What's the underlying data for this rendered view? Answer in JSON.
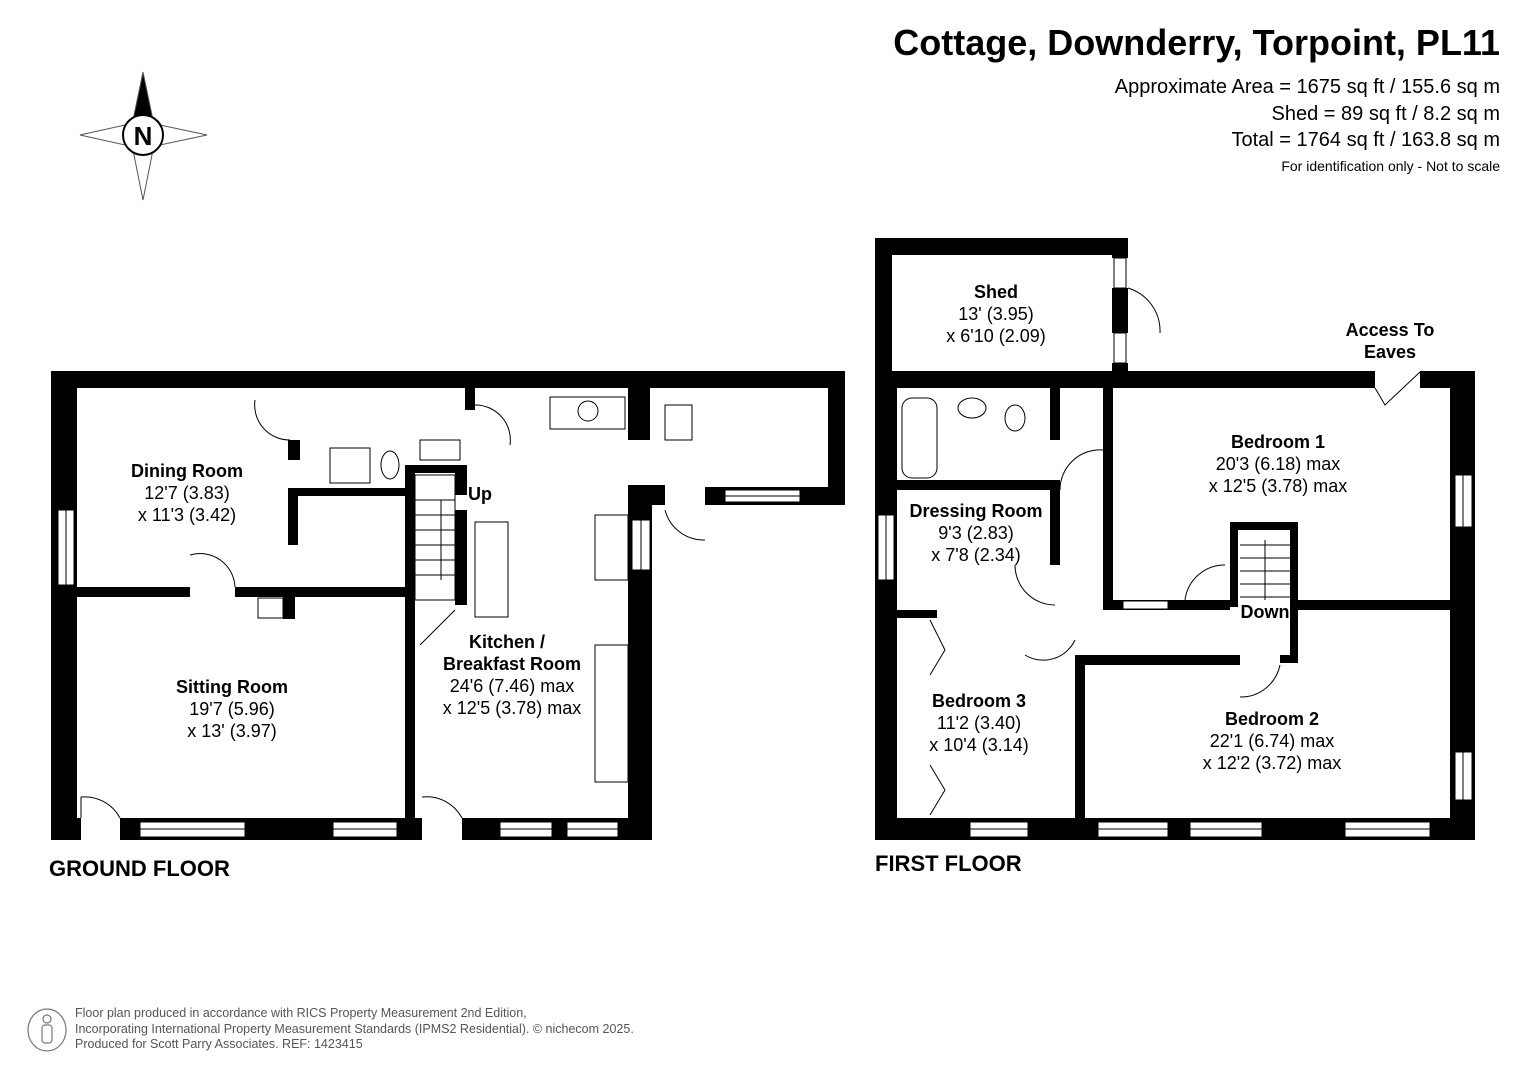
{
  "header": {
    "title": "Cottage, Downderry, Torpoint, PL11",
    "areas": [
      "Approximate Area = 1675 sq ft / 155.6 sq m",
      "Shed = 89 sq ft / 8.2 sq m",
      "Total = 1764 sq ft / 163.8 sq m"
    ],
    "note": "For identification only - Not to scale"
  },
  "compass": {
    "label": "N"
  },
  "ground_floor": {
    "label": "GROUND FLOOR",
    "stairs_label": "Up",
    "rooms": [
      {
        "name": "Dining Room",
        "dim1": "12'7 (3.83)",
        "dim2": "x 11'3 (3.42)"
      },
      {
        "name": "Sitting Room",
        "dim1": "19'7 (5.96)",
        "dim2": "x 13' (3.97)"
      },
      {
        "name": "Kitchen /",
        "name2": "Breakfast Room",
        "dim1": "24'6 (7.46) max",
        "dim2": "x 12'5 (3.78) max"
      }
    ]
  },
  "first_floor": {
    "label": "FIRST FLOOR",
    "stairs_label": "Down",
    "eaves_label": [
      "Access To",
      "Eaves"
    ],
    "rooms": [
      {
        "name": "Shed",
        "dim1": "13' (3.95)",
        "dim2": "x 6'10 (2.09)"
      },
      {
        "name": "Bedroom 1",
        "dim1": "20'3 (6.18) max",
        "dim2": "x 12'5 (3.78) max"
      },
      {
        "name": "Dressing Room",
        "dim1": "9'3 (2.83)",
        "dim2": "x 7'8 (2.34)"
      },
      {
        "name": "Bedroom 3",
        "dim1": "11'2 (3.40)",
        "dim2": "x 10'4 (3.14)"
      },
      {
        "name": "Bedroom 2",
        "dim1": "22'1 (6.74) max",
        "dim2": "x 12'2 (3.72) max"
      }
    ]
  },
  "footer": {
    "lines": [
      "Floor plan produced in accordance with RICS Property Measurement 2nd Edition,",
      "Incorporating International Property Measurement Standards (IPMS2 Residential).   © nichecom 2025.",
      "Produced for Scott Parry Associates.   REF: 1423415"
    ]
  }
}
